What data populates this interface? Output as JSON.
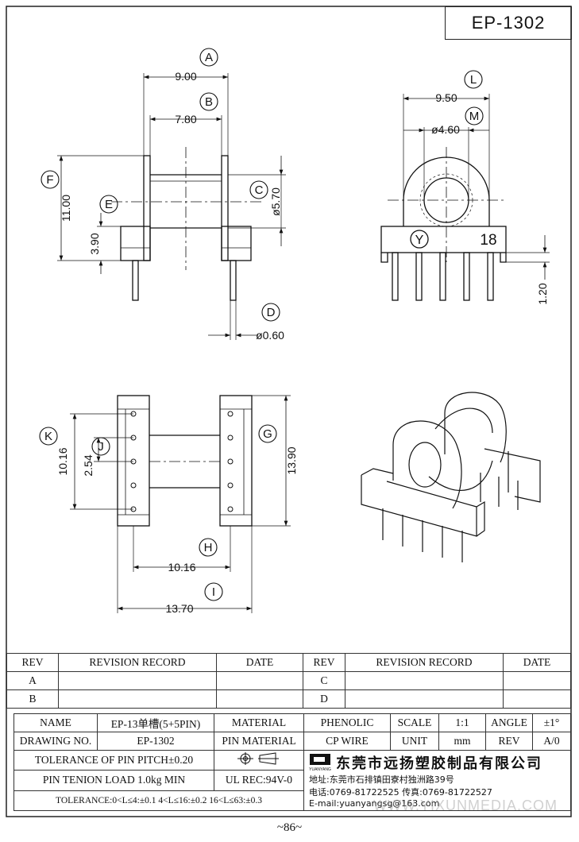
{
  "drawing_id": "EP-1302",
  "page_number": "~86~",
  "dimensions": {
    "A": {
      "letter": "A",
      "value": "9.00"
    },
    "B": {
      "letter": "B",
      "value": "7.80"
    },
    "C": {
      "letter": "C",
      "value": "ø5.70"
    },
    "D": {
      "letter": "D",
      "value": "ø0.60"
    },
    "E": {
      "letter": "E",
      "value": "3.90"
    },
    "F": {
      "letter": "F",
      "value": "11.00"
    },
    "G": {
      "letter": "G",
      "value": "13.90"
    },
    "H": {
      "letter": "H",
      "value": "10.16"
    },
    "I": {
      "letter": "I",
      "value": "13.70"
    },
    "J": {
      "letter": "J",
      "value": "2.54"
    },
    "K": {
      "letter": "K",
      "value": "10.16"
    },
    "L": {
      "letter": "L",
      "value": "9.50"
    },
    "M": {
      "letter": "M",
      "value": "ø4.60"
    },
    "pin_extra": {
      "value": "1.20"
    }
  },
  "side_view": {
    "logo": "Y",
    "number": "18"
  },
  "revision_table": {
    "headers": [
      "REV",
      "REVISION RECORD",
      "DATE",
      "REV",
      "REVISION RECORD",
      "DATE"
    ],
    "rows": [
      [
        "A",
        "",
        "",
        "C",
        "",
        ""
      ],
      [
        "B",
        "",
        "",
        "D",
        "",
        ""
      ]
    ]
  },
  "spec_table": {
    "name_label": "NAME",
    "name_value": "EP-13单槽(5+5PIN)",
    "material_label": "MATERIAL",
    "material_value": "PHENOLIC",
    "scale_label": "SCALE",
    "scale_value": "1:1",
    "angle_label": "ANGLE",
    "angle_value": "±1°",
    "drawing_no_label": "DRAWING NO.",
    "drawing_no_value": "EP-1302",
    "pin_material_label": "PIN MATERIAL",
    "pin_material_value": "CP WIRE",
    "unit_label": "UNIT",
    "unit_value": "mm",
    "rev_label": "REV",
    "rev_value": "A/0",
    "tol_pitch": "TOLERANCE OF PIN PITCH±0.20",
    "tension": "PIN TENION LOAD 1.0kg MIN",
    "ul": "UL REC:94V-0",
    "tolerance": "TOLERANCE:0<L≤4:±0.1  4<L≤16:±0.2  16<L≤63:±0.3",
    "company_name": "东莞市远扬塑胶制品有限公司",
    "company_logo_text": "YUANYANG",
    "address": "地址:东莞市石排镇田寮村独洲路39号",
    "phone": "电话:0769-81722525    传真:0769-81722527",
    "email": "E-mail:yuanyangsg@163.com"
  },
  "watermark": "WWW.YIXUNMEDIA.COM"
}
